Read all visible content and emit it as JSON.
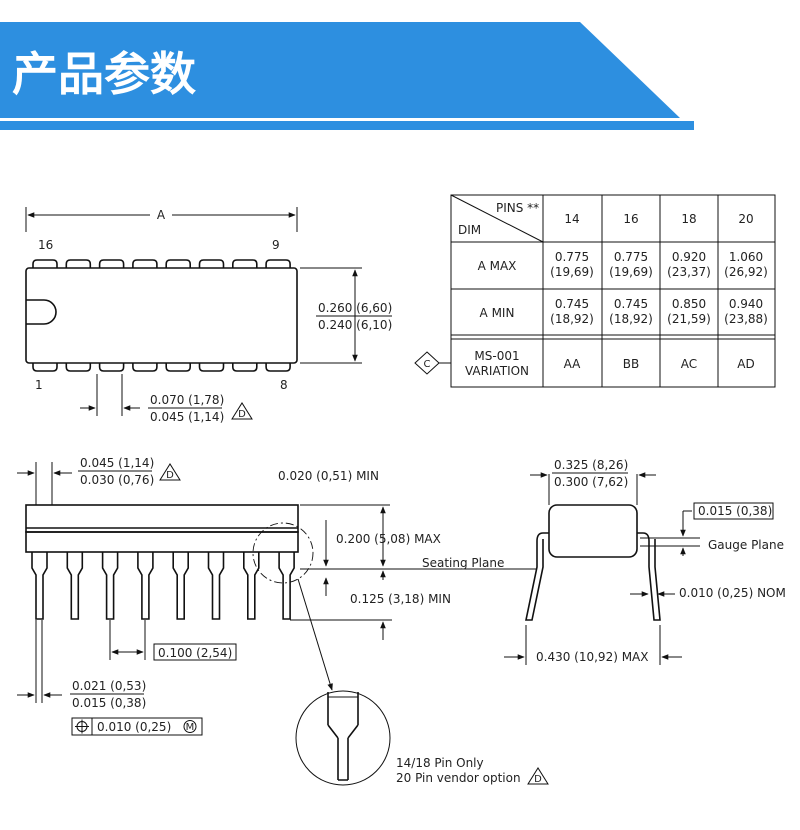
{
  "header": {
    "title": "产品参数",
    "band_color": "#2d8fe0",
    "underline_color": "#2d8fe0"
  },
  "top_view": {
    "dim_a": "A",
    "pin_16": "16",
    "pin_9": "9",
    "pin_1": "1",
    "pin_8": "8",
    "body_w_max": "0.260 (6,60)",
    "body_w_min": "0.240 (6,10)",
    "lead_w_max": "0.070 (1,78)",
    "lead_w_min": "0.045 (1,14)",
    "note_d": "D"
  },
  "table": {
    "corner_pins": "PINS **",
    "corner_dim": "DIM",
    "columns": [
      "14",
      "16",
      "18",
      "20"
    ],
    "rows": [
      {
        "label": "A  MAX",
        "values": [
          [
            "0.775",
            "(19,69)"
          ],
          [
            "0.775",
            "(19,69)"
          ],
          [
            "0.920",
            "(23,37)"
          ],
          [
            "1.060",
            "(26,92)"
          ]
        ]
      },
      {
        "label": "A  MIN",
        "values": [
          [
            "0.745",
            "(18,92)"
          ],
          [
            "0.745",
            "(18,92)"
          ],
          [
            "0.850",
            "(21,59)"
          ],
          [
            "0.940",
            "(23,88)"
          ]
        ]
      }
    ],
    "variation_label_1": "MS-001",
    "variation_label_2": "VARIATION",
    "variation_values": [
      "AA",
      "BB",
      "AC",
      "AD"
    ],
    "note_c": "C"
  },
  "side_view": {
    "shoulder_max": "0.045 (1,14)",
    "shoulder_min": "0.030 (0,76)",
    "note_d": "D",
    "standoff": "0.020 (0,51) MIN",
    "height": "0.200 (5,08) MAX",
    "seating_plane": "Seating Plane",
    "lead_len": "0.125 (3,18) MIN",
    "pitch": "0.100 (2,54)",
    "lead_dia_max": "0.021 (0,53)",
    "lead_dia_min": "0.015 (0,38)",
    "tolerance": "0.010 (0,25)",
    "tolerance_mod": "M",
    "detail_note_1": "14/18 Pin Only",
    "detail_note_2": "20 Pin vendor option",
    "detail_note_d": "D"
  },
  "end_view": {
    "span_max": "0.325 (8,26)",
    "span_min": "0.300 (7,62)",
    "gauge_value": "0.015 (0,38)",
    "gauge_plane": "Gauge Plane",
    "lead_thk": "0.010 (0,25) NOM",
    "spread": "0.430 (10,92) MAX"
  }
}
